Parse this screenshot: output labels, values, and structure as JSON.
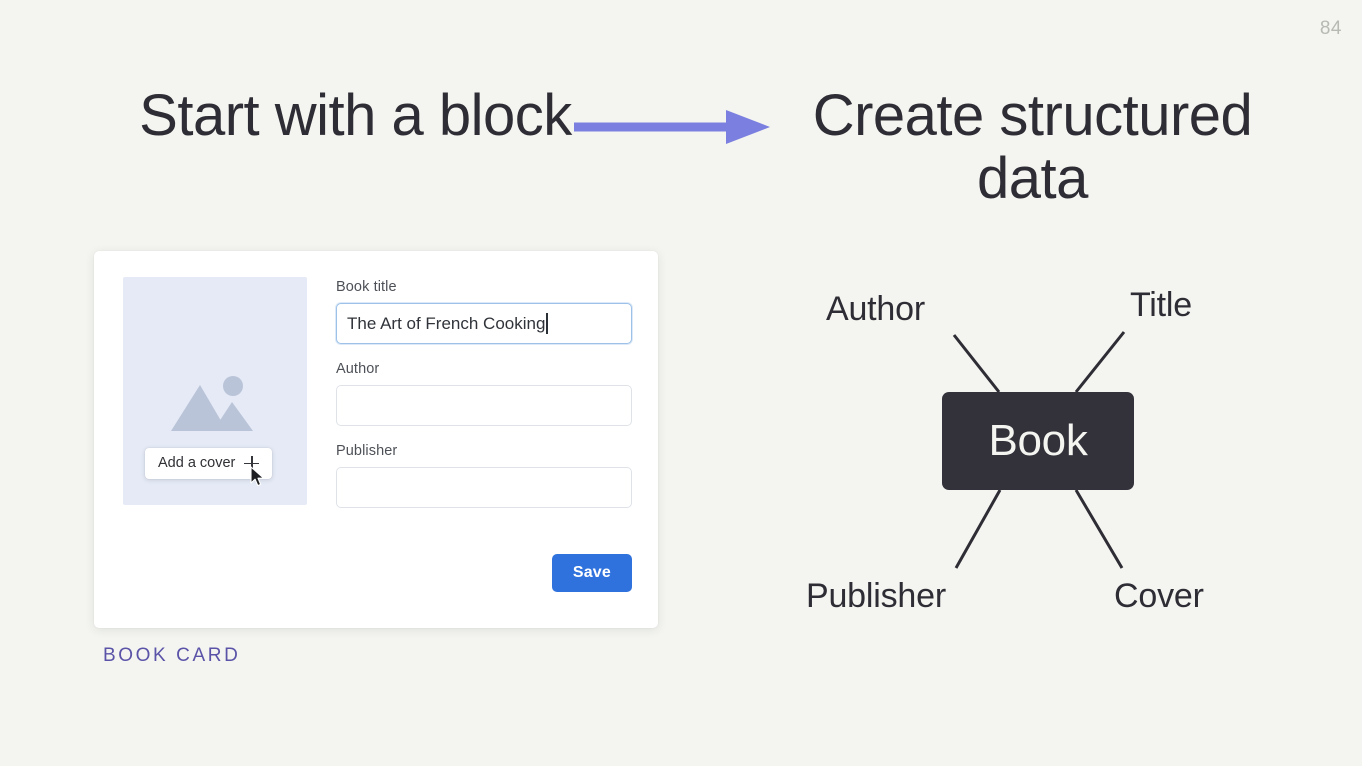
{
  "slide": {
    "page_number": "84",
    "background_color": "#f4f5f0"
  },
  "headings": {
    "left": "Start with a block",
    "right": "Create structured data"
  },
  "arrow": {
    "icon": "right-arrow-icon",
    "color": "#7b7fe0"
  },
  "card": {
    "caption": "BOOK CARD",
    "caption_color": "#5a53a8",
    "cover": {
      "placeholder_icon": "image-placeholder-icon",
      "placeholder_color": "#e5eaf6",
      "add_cover_label": "Add a cover",
      "add_cover_icon": "plus-icon"
    },
    "fields": [
      {
        "label": "Book title",
        "value": "The Art of French Cooking",
        "focused": true
      },
      {
        "label": "Author",
        "value": "",
        "focused": false
      },
      {
        "label": "Publisher",
        "value": "",
        "focused": false
      }
    ],
    "save_label": "Save",
    "save_color": "#2f72dd"
  },
  "diagram": {
    "node_label": "Book",
    "node_color": "#33323b",
    "labels": {
      "author": "Author",
      "title": "Title",
      "publisher": "Publisher",
      "cover": "Cover"
    }
  }
}
